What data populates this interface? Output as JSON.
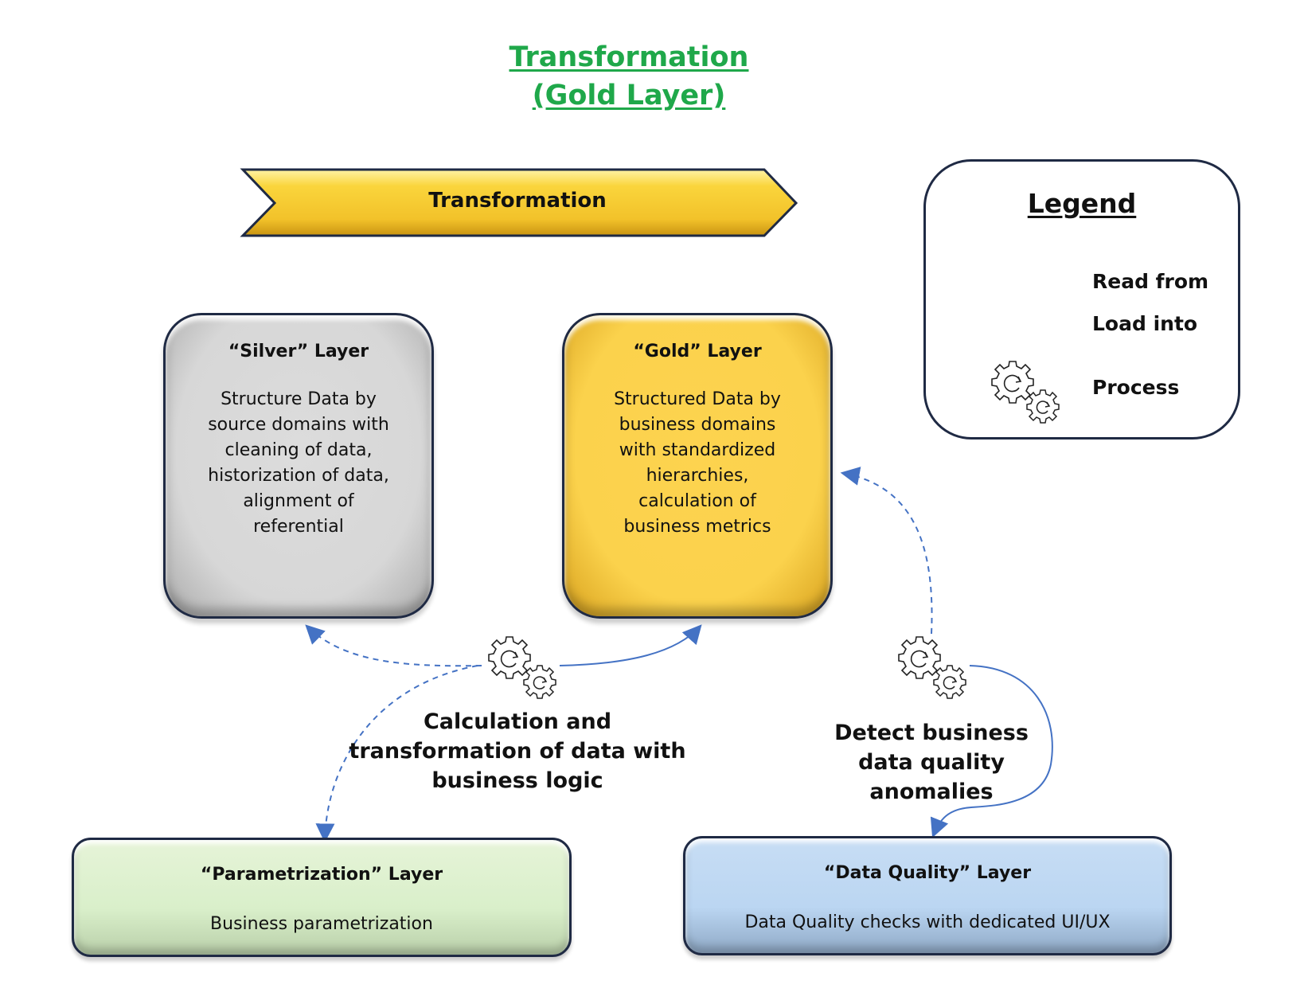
{
  "title": {
    "line1": "Transformation",
    "line2": "(Gold Layer)"
  },
  "banner": {
    "label": "Transformation"
  },
  "legend": {
    "title": "Legend",
    "items": [
      {
        "label": "Read from",
        "icon": "dashed-arrow"
      },
      {
        "label": "Load into",
        "icon": "solid-arrow"
      },
      {
        "label": "Process",
        "icon": "gears"
      }
    ]
  },
  "layers": {
    "silver": {
      "title": "“Silver” Layer",
      "lines": [
        "Structure Data by",
        "source domains with",
        "cleaning of data,",
        "historization of data,",
        "alignment of",
        "referential"
      ]
    },
    "gold": {
      "title": "“Gold” Layer",
      "lines": [
        "Structured Data by",
        "business domains",
        "with standardized",
        "hierarchies,",
        "calculation of",
        "business metrics"
      ]
    },
    "parametrization": {
      "title": "“Parametrization” Layer",
      "description": "Business parametrization"
    },
    "data_quality": {
      "title": "“Data Quality” Layer",
      "description": "Data Quality checks with dedicated UI/UX"
    }
  },
  "processes": {
    "transformation": {
      "lines": [
        "Calculation and",
        "transformation of data with",
        "business logic"
      ]
    },
    "quality": {
      "lines": [
        "Detect business",
        "data quality",
        "anomalies"
      ]
    }
  },
  "colors": {
    "title_green": "#1fa84a",
    "arrow_blue": "#4472c4",
    "silver": "#d7d7d7",
    "gold": "#fbd24c",
    "param_green": "#d9efca",
    "dq_blue": "#bbd6f2",
    "banner_yellow": "#f7c934",
    "outline": "#1f2a44"
  }
}
